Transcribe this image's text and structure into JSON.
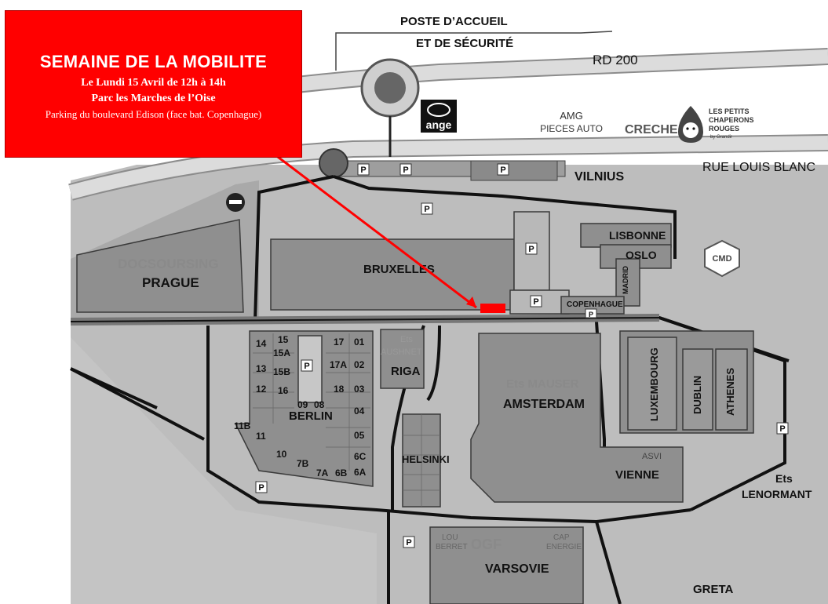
{
  "event": {
    "title": "SEMAINE DE LA MOBILITE",
    "date": "Le Lundi 15 Avril de 12h à 14h",
    "place": "Parc les Marches de l’Oise",
    "parking": "Parking du boulevard Edison (face bat. Copenhague)",
    "marker_color": "#ff0000"
  },
  "map": {
    "roads": {
      "rd": "RD 200",
      "street": "RUE LOUIS BLANC"
    },
    "top": {
      "poste_line1": "POSTE D’ACCUEIL",
      "poste_line2": "ET DE SÉCURITÉ",
      "ange_logo": "ange",
      "amg_line1": "AMG",
      "amg_line2": "PIECES AUTO",
      "creche": "CRECHE",
      "chaperons_line1": "LES PETITS",
      "chaperons_line2": "CHAPERONS",
      "chaperons_line3": "ROUGES",
      "chaperons_line4": "by Grandir",
      "cmd": "CMD"
    },
    "buildings": {
      "vilnius": "VILNIUS",
      "lisbonne": "LISBONNE",
      "oslo": "OSLO",
      "madrid": "MADRID",
      "copenhague": "COPENHAGUE",
      "docsoursing": "DOCSOURSING",
      "prague": "PRAGUE",
      "bruxelles": "BRUXELLES",
      "berlin": "BERLIN",
      "riga": "RIGA",
      "ets_aushnet": "Ets",
      "aushnet": "AUSHNET",
      "helsinki": "HELSINKI",
      "ets_mauser": "Ets MAUSER",
      "amsterdam": "AMSTERDAM",
      "luxembourg": "LUXEMBOURG",
      "dublin": "DUBLIN",
      "athenes": "ATHENES",
      "asvi": "ASVI",
      "vienne": "VIENNE",
      "ets_lenormant_1": "Ets",
      "ets_lenormant_2": "LENORMANT",
      "lou_berret_1": "LOU",
      "lou_berret_2": "BERRET",
      "ogf": "OGF",
      "cap_energie_1": "CAP",
      "cap_energie_2": "ENERGIE",
      "varsovie": "VARSOVIE",
      "greta": "GRETA"
    },
    "berlin_units": {
      "u14": "14",
      "u15": "15",
      "u15a": "15A",
      "u13": "13",
      "u15b": "15B",
      "u12": "12",
      "u16": "16",
      "u17": "17",
      "u01": "01",
      "u17a": "17A",
      "u02": "02",
      "u18": "18",
      "u03": "03",
      "u09": "09",
      "u08": "08",
      "u04": "04",
      "u11b": "11B",
      "u11": "11",
      "u05": "05",
      "u10": "10",
      "u6c": "6C",
      "u7b": "7B",
      "u7a": "7A",
      "u6b": "6B",
      "u6a": "6A"
    },
    "parking_label": "P"
  }
}
